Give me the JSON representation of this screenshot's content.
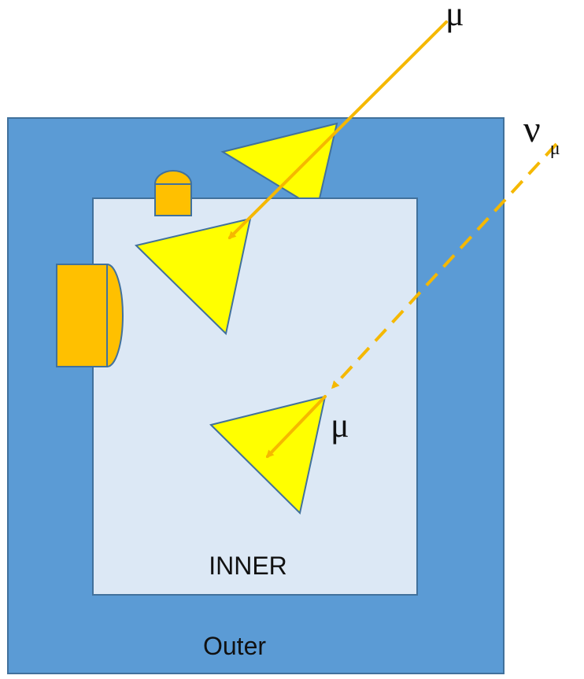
{
  "labels": {
    "outer": "Outer",
    "inner": "INNER",
    "muon_top": "μ",
    "muon_inner": "μ",
    "neutrino_symbol": "ν",
    "neutrino_subscript": "μ"
  },
  "colors": {
    "outer_fill": "#5b9bd5",
    "outer_stroke": "#41719c",
    "inner_fill": "#dce8f5",
    "inner_stroke": "#41719c",
    "cone_fill": "#ffff00",
    "cone_stroke": "#41719c",
    "track": "#f5b800",
    "pmt_fill": "#ffc000",
    "pmt_stroke": "#41719c"
  },
  "tracks": {
    "muon": "solid",
    "neutrino": "dashed"
  },
  "icons": {
    "pmt_small": "pmt-icon",
    "pmt_large": "pmt-icon",
    "cone": "cherenkov-cone-icon",
    "arrow": "arrow-head-icon"
  }
}
